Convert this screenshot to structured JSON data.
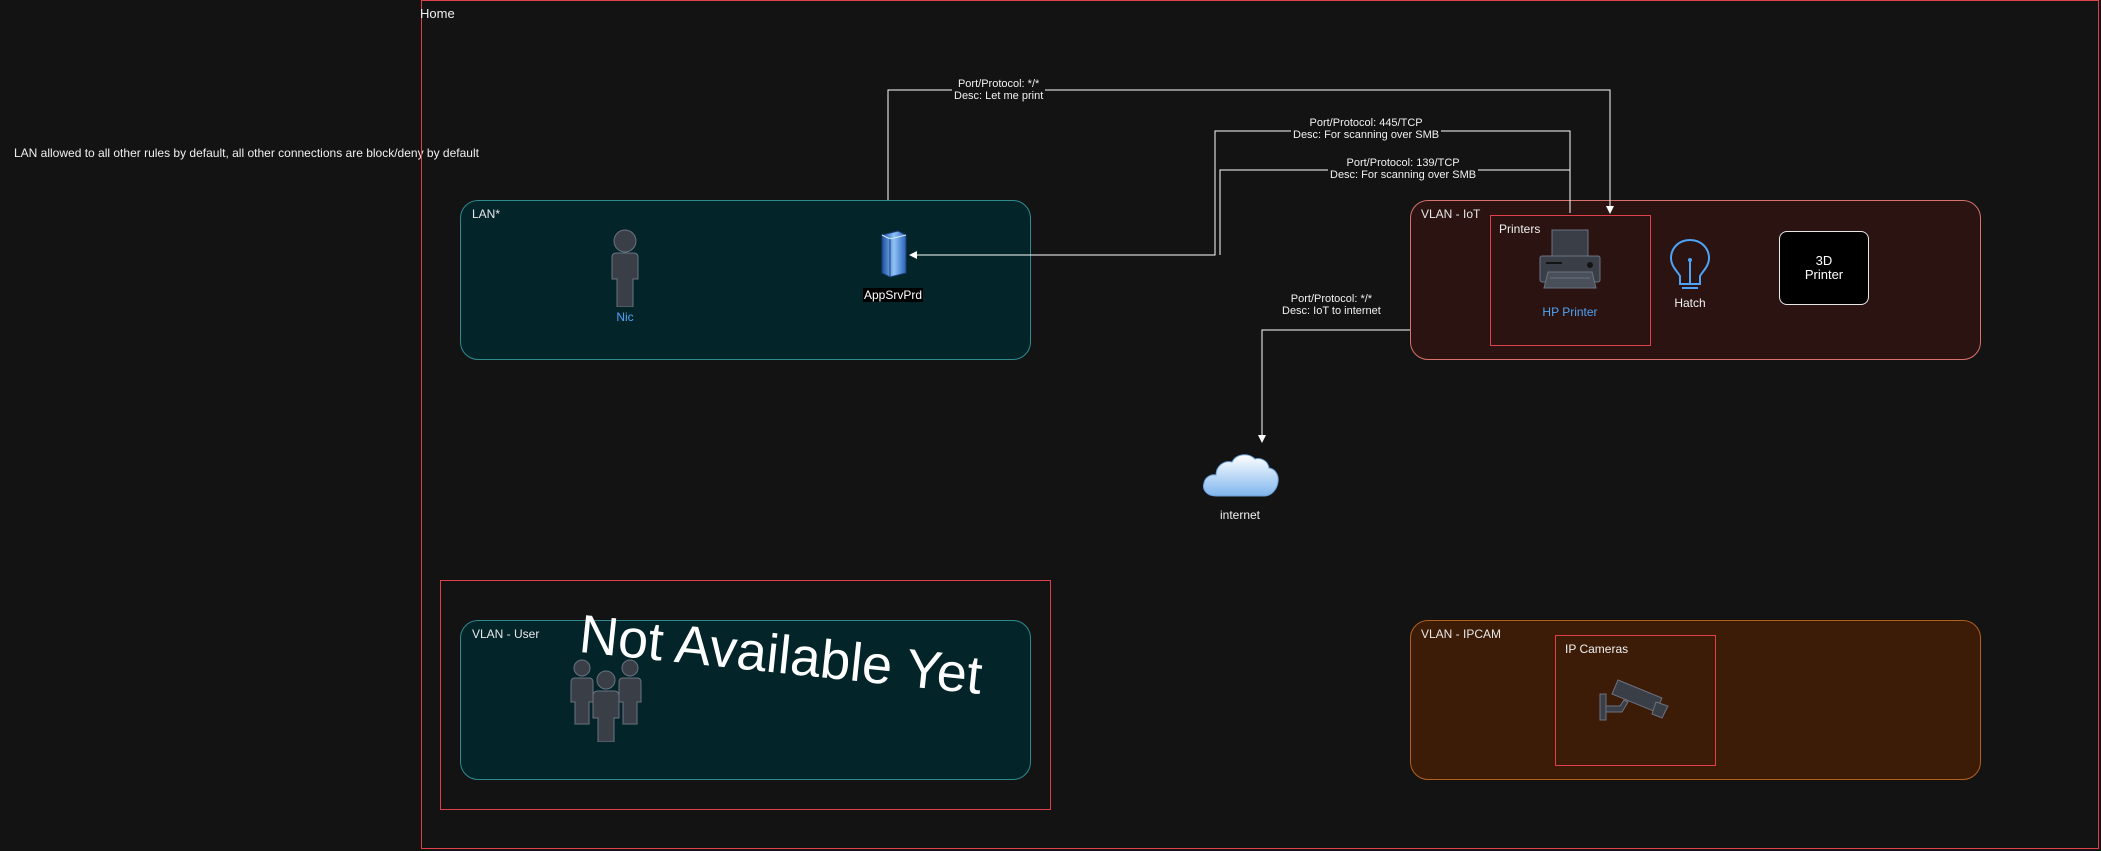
{
  "note": "LAN allowed to all other rules by default, all other connections are block/deny by default",
  "home": {
    "label": "Home"
  },
  "zones": {
    "lan": {
      "title": "LAN*"
    },
    "iot": {
      "title": "VLAN - IoT"
    },
    "user": {
      "title": "VLAN - User"
    },
    "ipcam": {
      "title": "VLAN - IPCAM"
    }
  },
  "groups": {
    "printers": "Printers",
    "ip_cameras": "IP Cameras"
  },
  "nodes": {
    "nic": "Nic",
    "appsrv": "AppSrvPrd",
    "hp_printer": "HP Printer",
    "hatch": "Hatch",
    "printer_3d_line1": "3D",
    "printer_3d_line2": "Printer",
    "internet": "internet"
  },
  "edges": {
    "print": {
      "port": "Port/Protocol: */*",
      "desc": "Desc: Let me print"
    },
    "smb445": {
      "port": "Port/Protocol: 445/TCP",
      "desc": "Desc: For scanning over SMB"
    },
    "smb139": {
      "port": "Port/Protocol: 139/TCP",
      "desc": "Desc: For scanning over SMB"
    },
    "iot_internet": {
      "port": "Port/Protocol: */*",
      "desc": "Desc: IoT to internet"
    }
  },
  "watermark": "Not Available Yet",
  "colors": {
    "background": "#131313",
    "home_border": "#e0404a",
    "lan_fill": "#032429",
    "lan_border": "#2d8a8f",
    "iot_fill": "#2a1311",
    "iot_border": "#d6726b",
    "ipcam_fill": "#3c1b07",
    "ipcam_border": "#b3601e",
    "accent_blue": "#4ea3f5"
  }
}
